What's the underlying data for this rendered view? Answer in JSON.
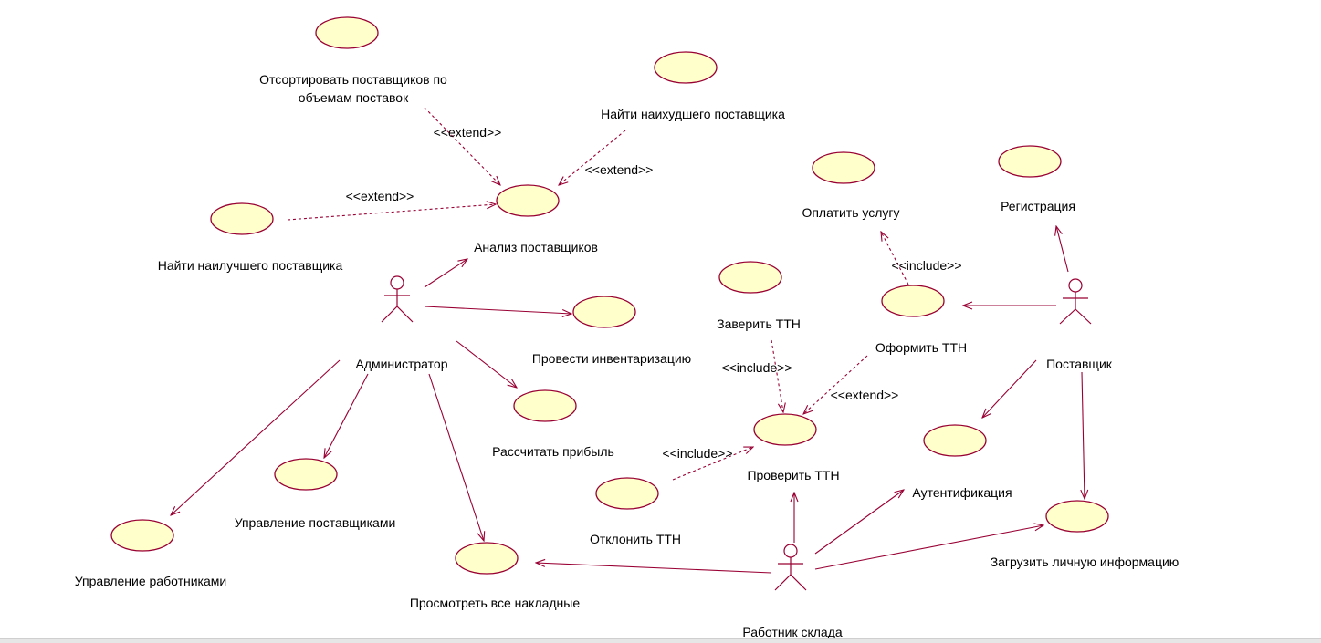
{
  "diagram": {
    "type": "uml-use-case",
    "colors": {
      "stroke": "#990033",
      "usecase_fill": "#ffffcc"
    },
    "actors": {
      "admin": "Администратор",
      "supplier": "Поставщик",
      "worker": "Работник склада"
    },
    "usecases": {
      "sort": [
        "Отсортировать поставщиков по",
        "объемам поставок"
      ],
      "worst": "Найти наихудшего поставщика",
      "best": "Найти наилучшего поставщика",
      "analysis": "Анализ поставщиков",
      "inventory": "Провести инвентаризацию",
      "profit": "Рассчитать прибыль",
      "manage_suppliers": "Управление поставщиками",
      "manage_workers": "Управление работниками",
      "invoices": "Просмотреть все накладные",
      "pay": "Оплатить услугу",
      "register": "Регистрация",
      "certify": "Заверить ТТН",
      "issue": "Оформить ТТН",
      "check": "Проверить ТТН",
      "reject": "Отклонить ТТН",
      "auth": "Аутентификация",
      "upload": "Загрузить личную информацию"
    },
    "stereotypes": {
      "extend": "<<extend>>",
      "include": "<<include>>"
    }
  }
}
